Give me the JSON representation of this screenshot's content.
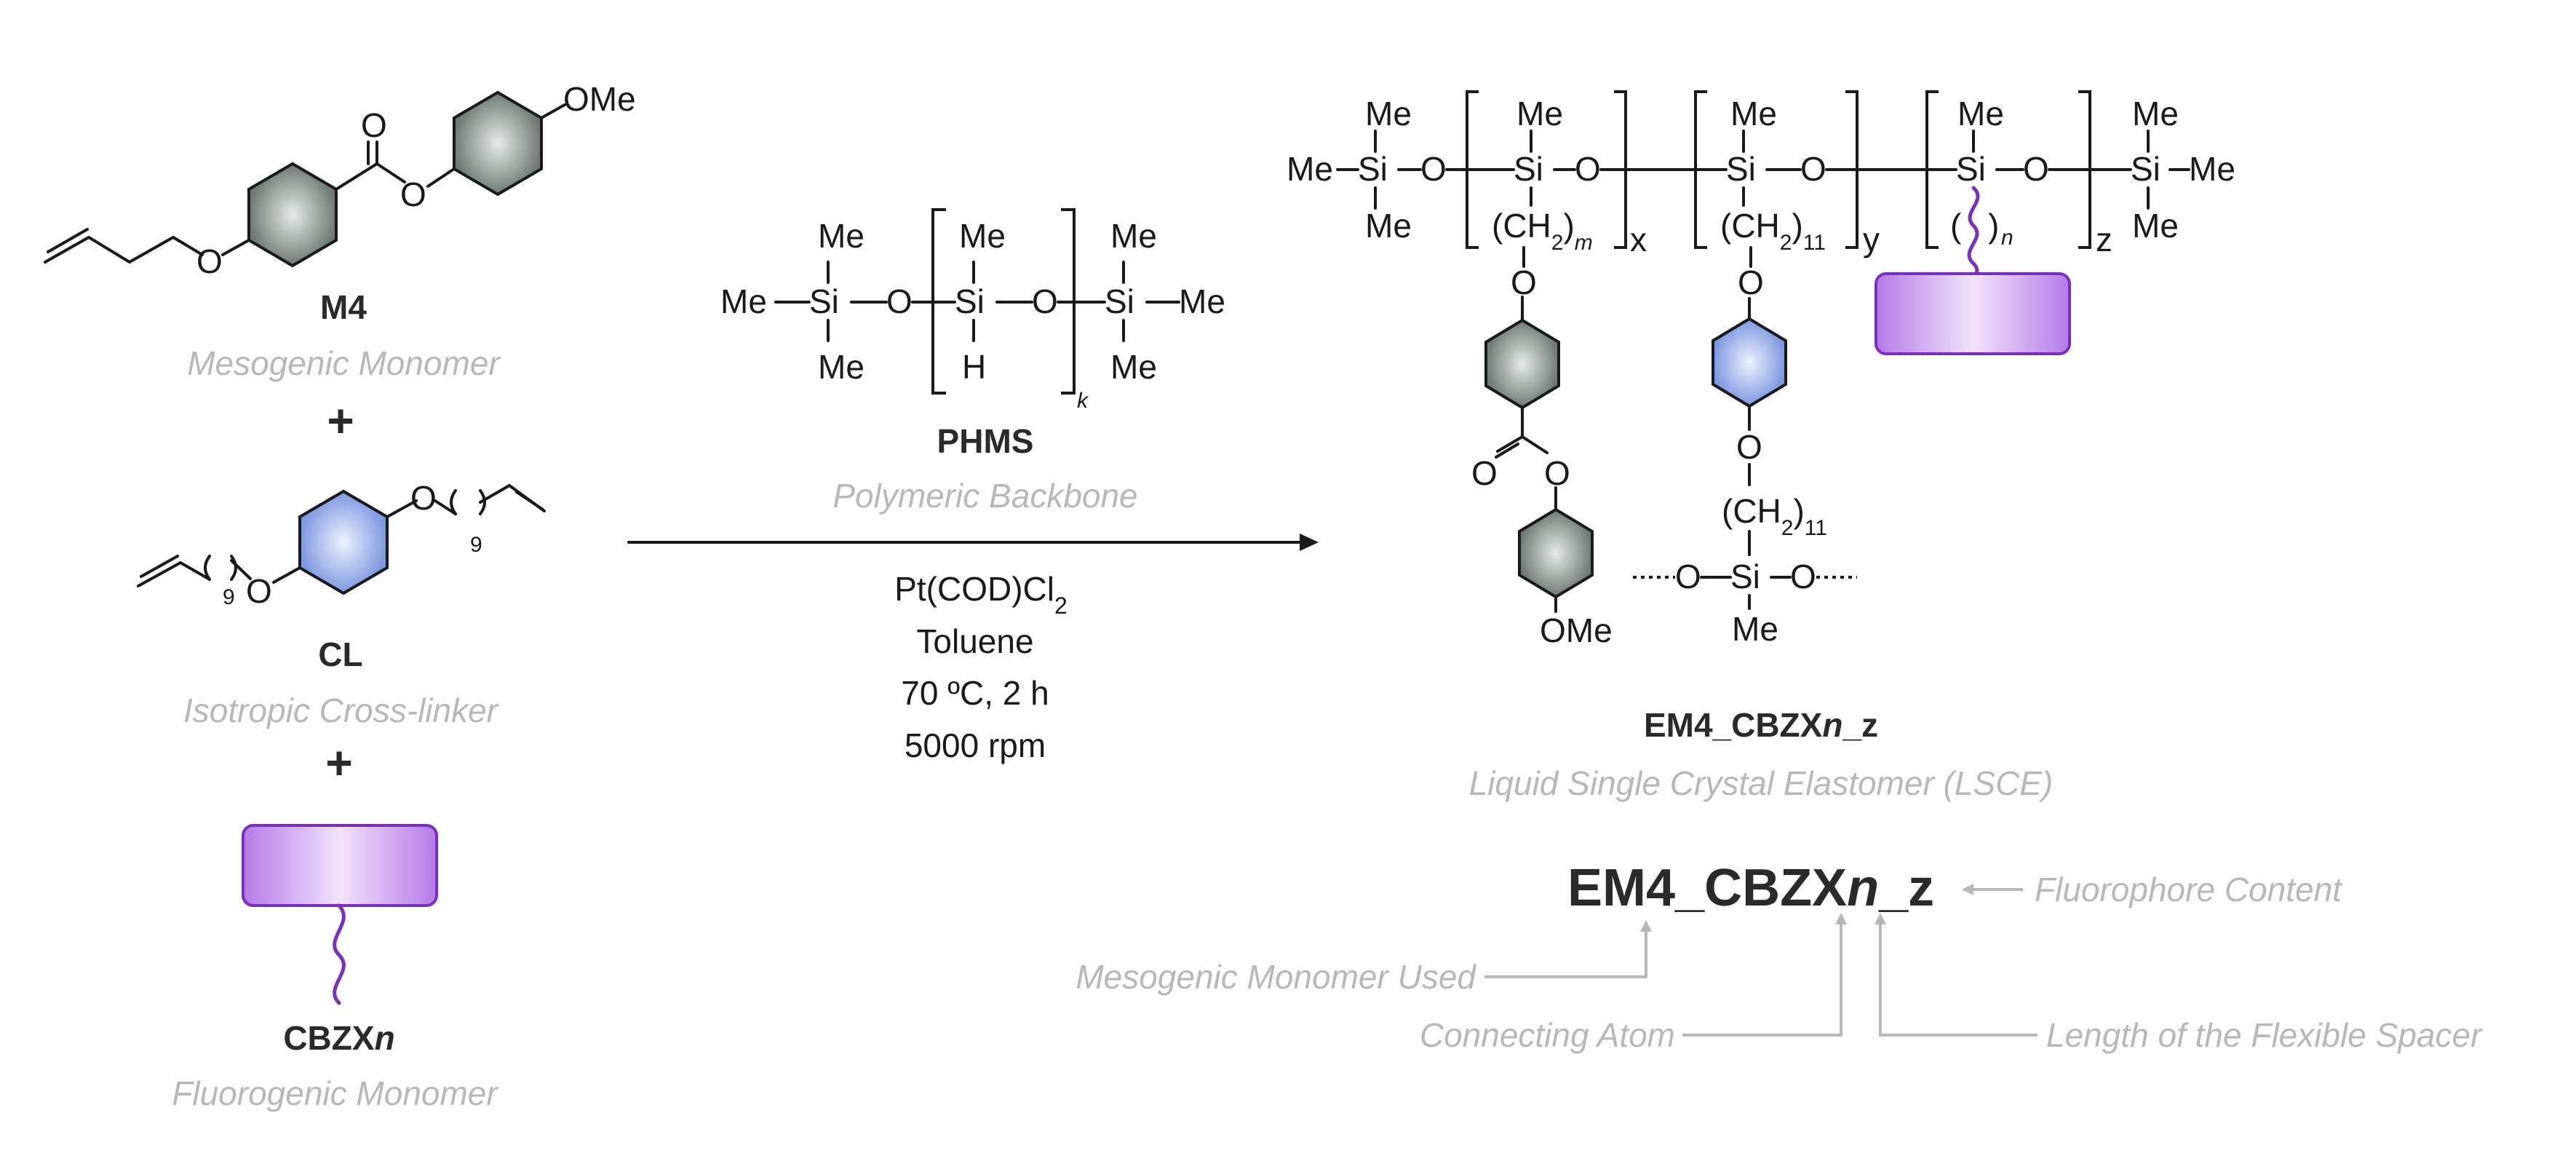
{
  "labels": {
    "m4": "M4",
    "m4_caption": "Mesogenic Monomer",
    "cl": "CL",
    "cl_caption": "Isotropic Cross-linker",
    "cbzx_prefix": "CBZX",
    "cbzx_italic": "n",
    "cbzx_caption": "Fluorogenic Monomer",
    "plus": "+",
    "phms": "PHMS",
    "phms_caption": "Polymeric Backbone",
    "product_prefix": "EM4_CBZX",
    "product_italic": "n",
    "product_suffix": "_z",
    "product_caption": "Liquid Single Crystal Elastomer (LSCE)"
  },
  "conditions": {
    "catalyst": "Pt(COD)Cl",
    "catalyst_sub": "2",
    "solvent": "Toluene",
    "temp_time": "70 ºC, 2 h",
    "speed": "5000 rpm"
  },
  "atoms": {
    "me": "Me",
    "si": "Si",
    "o": "O",
    "h": "H",
    "ome": "OMe",
    "ch2_open": "(CH",
    "ch2_sub": "2",
    "ch2_close": ")",
    "paren_open": "(",
    "paren_close": ")",
    "num_9": "9",
    "num_11": "11",
    "k": "k",
    "m": "m",
    "n": "n",
    "x": "x",
    "y": "y",
    "z": "z"
  },
  "nomenclature": {
    "prefix": "EM4_CBZX",
    "italic": "n",
    "suffix": "_z",
    "fluorophore_content": "Fluorophore Content",
    "mesogenic_monomer_used": "Mesogenic Monomer Used",
    "connecting_atom": "Connecting Atom",
    "spacer_length": "Length of the Flexible Spacer"
  },
  "colors": {
    "grey_ring": "#7f8b85",
    "blue_ring": "#8ea6e8",
    "purple_box": "#b279e6",
    "purple_line": "#7b2fbf",
    "caption_grey": "#b8b8b8"
  }
}
